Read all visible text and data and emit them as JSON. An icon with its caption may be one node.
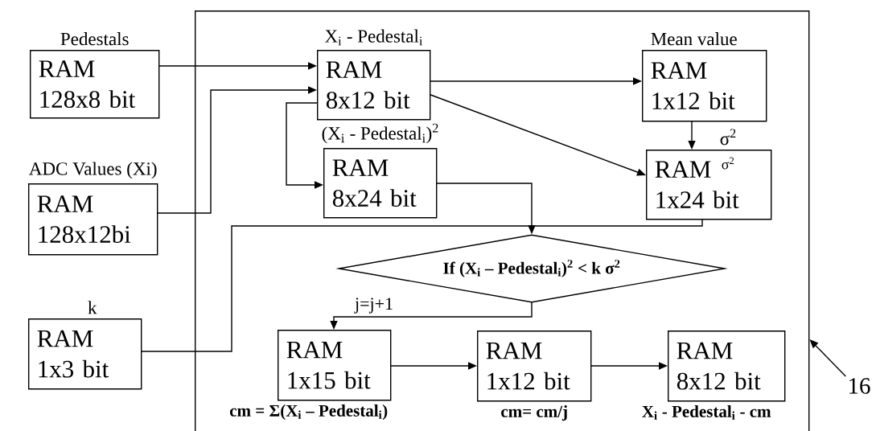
{
  "diagram": {
    "nodes": [
      {
        "text": [],
        "shape": "box"
      },
      {
        "text": [
          "Pedestals",
          "RAM 128x8 bit"
        ]
      },
      {
        "text": [
          "ADC Values (Xi)",
          "RAM 128x12bi"
        ]
      },
      {
        "text": [
          "k",
          "RAM 1x3 bit"
        ]
      },
      {
        "text": [
          "X$_{i}$ - Pedestal$_{i}$",
          "RAM 8x12 bit"
        ],
        "in": 0
      },
      {
        "text": [
          "Mean value",
          "RAM 1x12 bit"
        ],
        "in": 0
      },
      {
        "text": [
          "(X$_{i}$ - Pedestal$_{i}$)$^{2}$",
          "RAM 8x24 bit"
        ],
        "in": 0
      },
      {
        "text": [
          "σ$^{2}$",
          "RAM 1x24 bit",
          "σ$^{2}$"
        ],
        "in": 0
      },
      {
        "text": [
          "If (X$_{i}$ – Pedestal$_{i}$)$^{2}$ < k σ$^{2}$"
        ],
        "in": 0
      },
      {
        "text": [
          "RAM 1x15 bit"
        ],
        "beside": [
          "cm = Σ(X$_{i}$ – Pedestal$_{i}$)"
        ],
        "in": 0
      },
      {
        "text": [
          "RAM 1x12 bit"
        ],
        "beside": [
          "cm= cm/j"
        ],
        "in": 0
      },
      {
        "text": [
          "RAM 8x12 bit"
        ],
        "beside": [
          "X$_{i}$ - Pedestal$_{i}$ - cm"
        ],
        "in": 0
      },
      {
        "text": [
          "16"
        ]
      }
    ],
    "edges": [
      {
        "from": 1,
        "to": 4,
        "arrow": "to"
      },
      {
        "from": 2,
        "to": 4,
        "arrow": "to"
      },
      {
        "from": 4,
        "to": 5,
        "arrow": "to"
      },
      {
        "from": 4,
        "to": 6,
        "arrow": "to"
      },
      {
        "from": 4,
        "to": 7,
        "arrow": "to"
      },
      {
        "from": 5,
        "to": 7,
        "arrow": "to"
      },
      {
        "from": 6,
        "to": 8,
        "arrow": "to"
      },
      {
        "from": 3,
        "to": 7,
        "arrow": "none"
      },
      {
        "from": 8,
        "to": 9,
        "arrow": "to",
        "label": "j=j+1"
      },
      {
        "from": 9,
        "to": 10,
        "arrow": "to"
      },
      {
        "from": 10,
        "to": 11,
        "arrow": "to"
      },
      {
        "from": 12,
        "to": 0,
        "arrow": "to"
      }
    ]
  }
}
